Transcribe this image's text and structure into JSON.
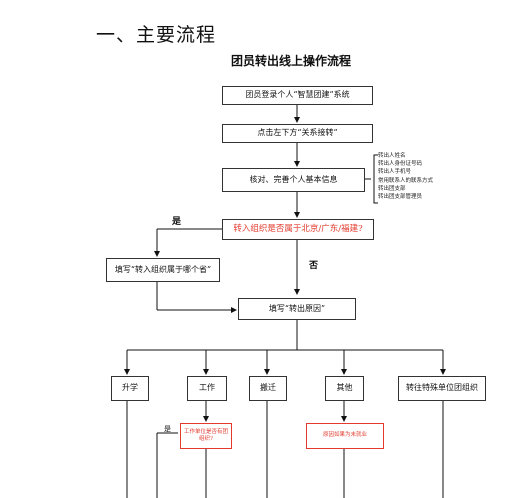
{
  "heading": "一、主要流程",
  "title": "团员转出线上操作流程",
  "steps": {
    "login": "团员登录个人“智慧团建”系统",
    "click_transfer": "点击左下方“关系接转”",
    "verify_info": "核对、完善个人基本信息",
    "decision": "转入组织是否属于北京/广东/福建?",
    "fill_province": "填写“转入组织属于哪个省”",
    "fill_reason": "填写“转出原因”"
  },
  "info_items": [
    "转出人姓名",
    "转出人身份证号码",
    "转出人手机号",
    "常用联系人的联系方式",
    "转出团支部",
    "转出团支部管理员"
  ],
  "branch_labels": {
    "yes": "是",
    "no": "否"
  },
  "reasons": [
    "升学",
    "工作",
    "搬迁",
    "其他",
    "转往特殊单位团组织"
  ],
  "sub_steps": {
    "work_question": "工作单位是否有团组织?",
    "work_yes": "是",
    "other_note": "原因如果为未就业"
  }
}
